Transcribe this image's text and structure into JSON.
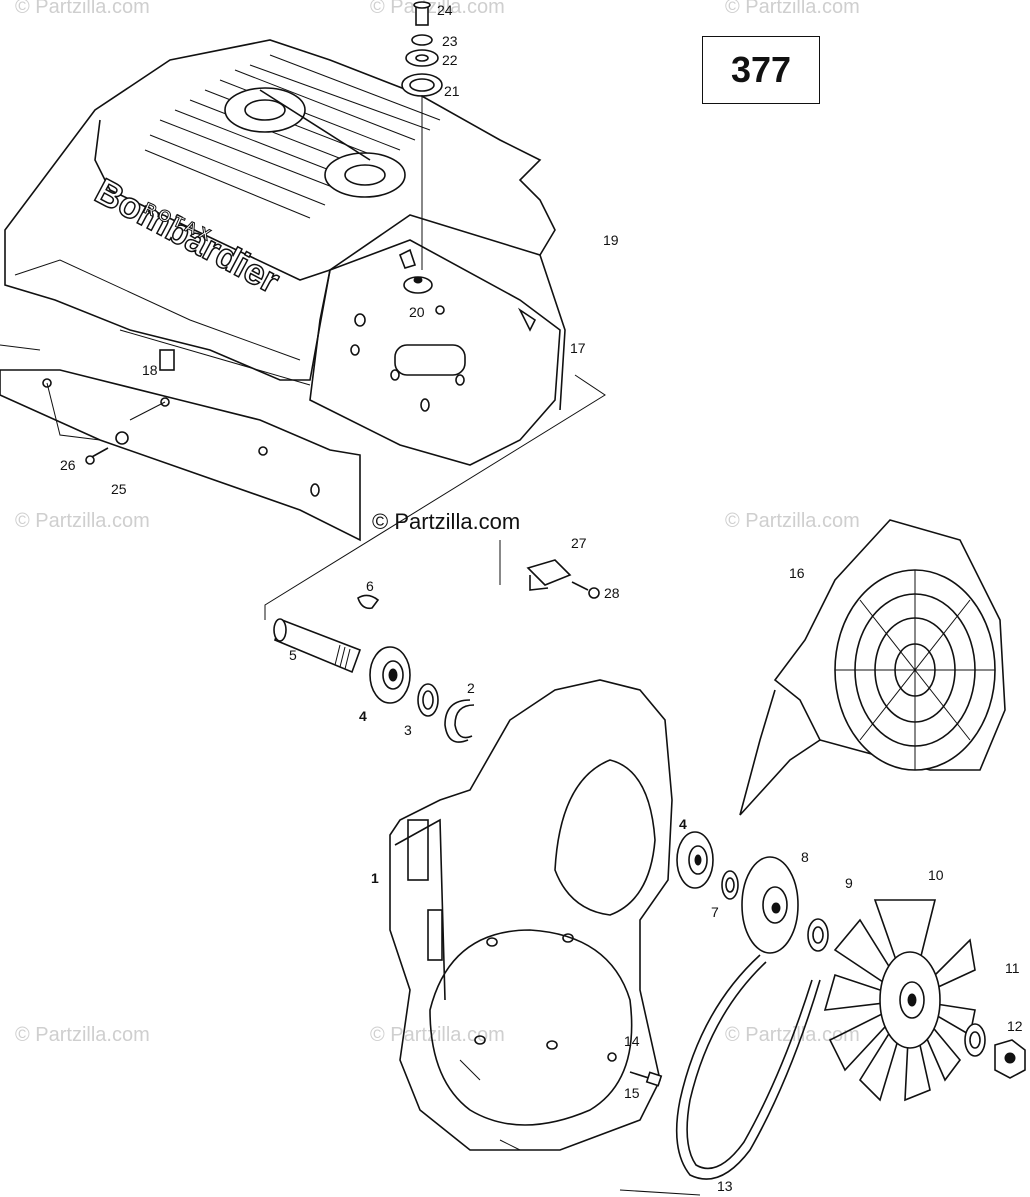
{
  "diagram_number": "377",
  "watermark": "© Partzilla.com",
  "center_watermark": "© Partzilla.com",
  "housing_brand": "Bombardier",
  "housing_sub_brand": "ROTAX",
  "parts": [
    {
      "label": "1"
    },
    {
      "label": "2"
    },
    {
      "label": "3"
    },
    {
      "label": "4"
    },
    {
      "label": "4"
    },
    {
      "label": "5"
    },
    {
      "label": "6"
    },
    {
      "label": "7"
    },
    {
      "label": "8"
    },
    {
      "label": "9"
    },
    {
      "label": "10"
    },
    {
      "label": "11"
    },
    {
      "label": "12"
    },
    {
      "label": "13"
    },
    {
      "label": "14"
    },
    {
      "label": "15"
    },
    {
      "label": "16"
    },
    {
      "label": "17"
    },
    {
      "label": "18"
    },
    {
      "label": "19"
    },
    {
      "label": "20"
    },
    {
      "label": "21"
    },
    {
      "label": "22"
    },
    {
      "label": "23"
    },
    {
      "label": "24"
    },
    {
      "label": "25"
    },
    {
      "label": "26"
    },
    {
      "label": "27"
    },
    {
      "label": "28"
    }
  ]
}
